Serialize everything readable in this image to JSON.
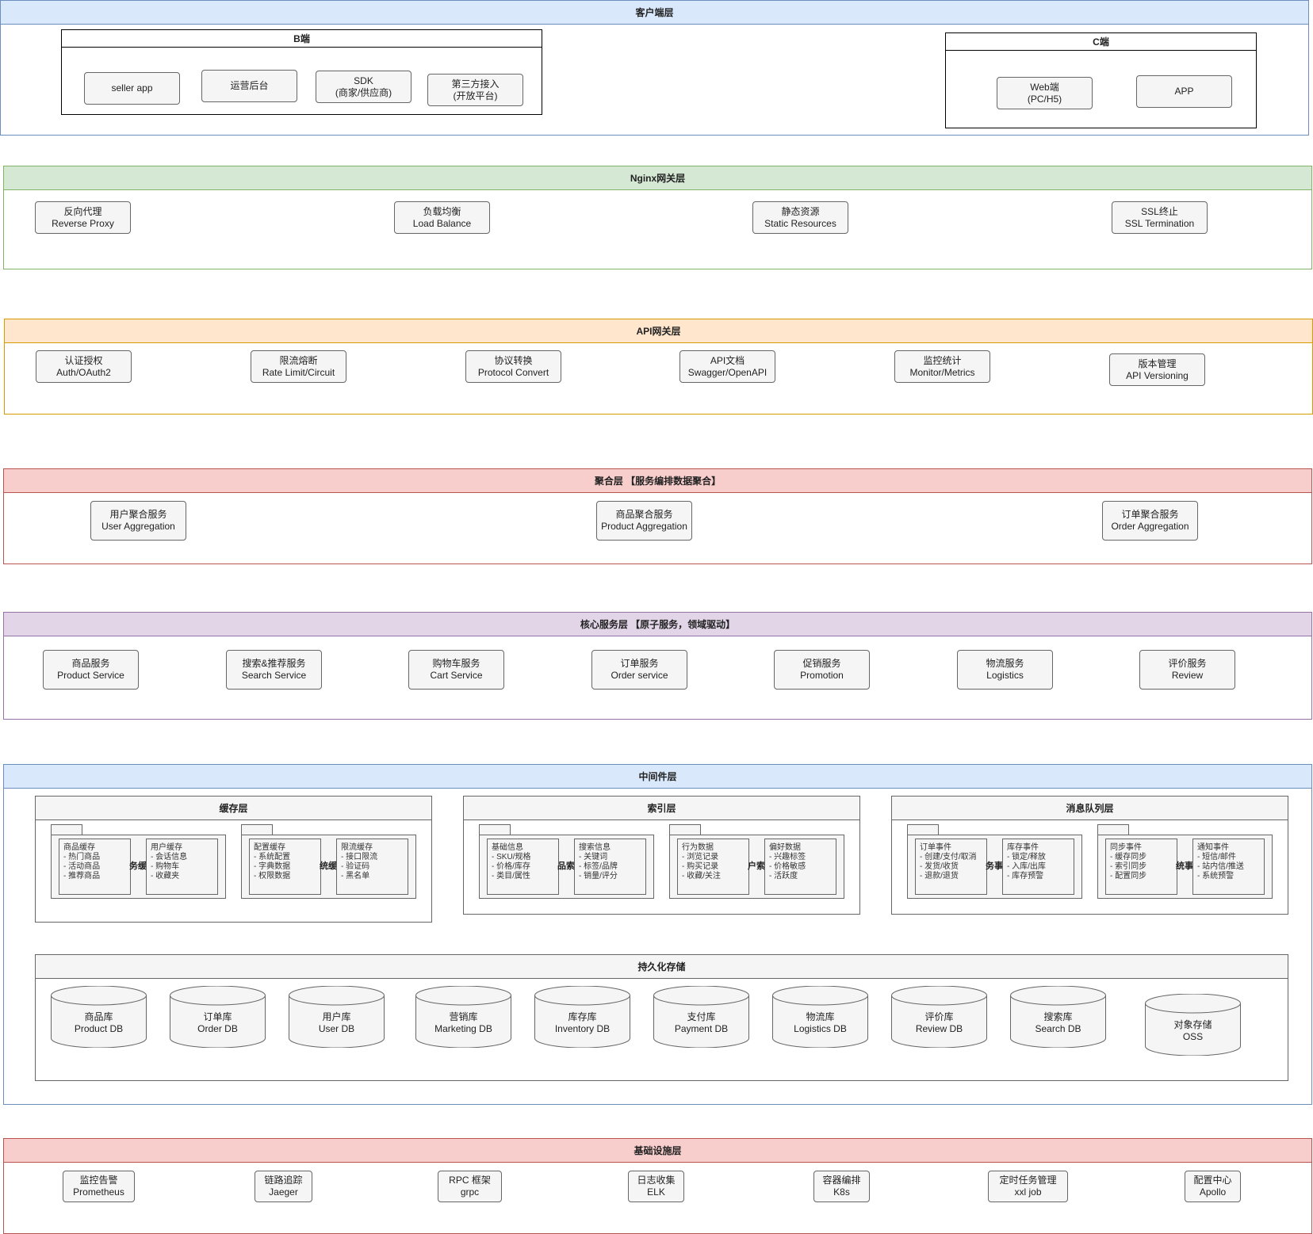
{
  "client_layer": {
    "title": "客户端层",
    "b_side": {
      "title": "B端",
      "items": [
        "seller app",
        "运营后台",
        "SDK\n(商家/供应商)",
        "第三方接入\n(开放平台)"
      ]
    },
    "c_side": {
      "title": "C端",
      "items": [
        "Web端\n(PC/H5)",
        "APP"
      ]
    }
  },
  "nginx_layer": {
    "title": "Nginx网关层",
    "items": [
      "反向代理\nReverse Proxy",
      "负载均衡\nLoad Balance",
      "静态资源\nStatic Resources",
      "SSL终止\nSSL Termination"
    ]
  },
  "api_layer": {
    "title": "API网关层",
    "items": [
      "认证授权\nAuth/OAuth2",
      "限流熔断\nRate Limit/Circuit",
      "协议转换\nProtocol Convert",
      "API文档\nSwagger/OpenAPI",
      "监控统计\nMonitor/Metrics",
      "版本管理\nAPI Versioning"
    ]
  },
  "aggregation_layer": {
    "title": "聚合层 【服务编排数据聚合】",
    "items": [
      "用户聚合服务\nUser Aggregation",
      "商品聚合服务\nProduct Aggregation",
      "订单聚合服务\nOrder Aggregation"
    ]
  },
  "core_layer": {
    "title": "核心服务层 【原子服务，领域驱动】",
    "items": [
      "商品服务\nProduct Service",
      "搜索&推荐服务\nSearch Service",
      "购物车服务\nCart Service",
      "订单服务\nOrder service",
      "促销服务\nPromotion",
      "物流服务\nLogistics",
      "评价服务\nReview"
    ]
  },
  "middleware_layer": {
    "title": "中间件层",
    "cache": {
      "title": "缓存层",
      "packages": [
        {
          "label": "务缓",
          "notes": [
            "商品缓存\n- 热门商品\n- 活动商品\n- 推荐商品",
            "用户缓存\n- 会话信息\n- 购物车\n- 收藏夹"
          ]
        },
        {
          "label": "统缓",
          "notes": [
            "配置缓存\n- 系统配置\n- 字典数据\n- 权限数据",
            "限流缓存\n- 接口限流\n- 验证码\n- 黑名单"
          ]
        }
      ]
    },
    "index": {
      "title": "索引层",
      "packages": [
        {
          "label": "品索",
          "notes": [
            "基础信息\n- SKU/规格\n- 价格/库存\n- 类目/属性",
            "搜索信息\n- 关键词\n- 标签/品牌\n- 销量/评分"
          ]
        },
        {
          "label": "户索",
          "notes": [
            "行为数据\n- 浏览记录\n- 购买记录\n- 收藏/关注",
            "偏好数据\n- 兴趣标签\n- 价格敏感\n- 活跃度"
          ]
        }
      ]
    },
    "mq": {
      "title": "消息队列层",
      "packages": [
        {
          "label": "务事",
          "notes": [
            "订单事件\n- 创建/支付/取消\n- 发货/收货\n- 退款/退货",
            "库存事件\n- 锁定/释放\n- 入库/出库\n- 库存预警"
          ]
        },
        {
          "label": "统事",
          "notes": [
            "同步事件\n- 缓存同步\n- 索引同步\n- 配置同步",
            "通知事件\n- 短信/邮件\n- 站内信/推送\n- 系统预警"
          ]
        }
      ]
    },
    "storage": {
      "title": "持久化存储",
      "items": [
        "商品库\nProduct DB",
        "订单库\nOrder DB",
        "用户库\nUser DB",
        "营销库\nMarketing DB",
        "库存库\nInventory DB",
        "支付库\nPayment DB",
        "物流库\nLogistics DB",
        "评价库\nReview DB",
        "搜索库\nSearch DB",
        "对象存储\nOSS"
      ]
    }
  },
  "infra_layer": {
    "title": "基础设施层",
    "items": [
      "监控告警\nPrometheus",
      "链路追踪\nJaeger",
      "RPC 框架\ngrpc",
      "日志收集\nELK",
      "容器编排\nK8s",
      "定时任务管理\nxxl job",
      "配置中心\nApollo"
    ]
  },
  "colors": {
    "blue_fill": "#dae8fc",
    "blue_stroke": "#6c8ebf",
    "green_fill": "#d5e8d4",
    "green_stroke": "#82b366",
    "orange_fill": "#ffe6cc",
    "orange_stroke": "#d79b00",
    "red_fill": "#f8cecc",
    "red_stroke": "#b85450",
    "purple_fill": "#e1d5e7",
    "purple_stroke": "#9673a6"
  }
}
